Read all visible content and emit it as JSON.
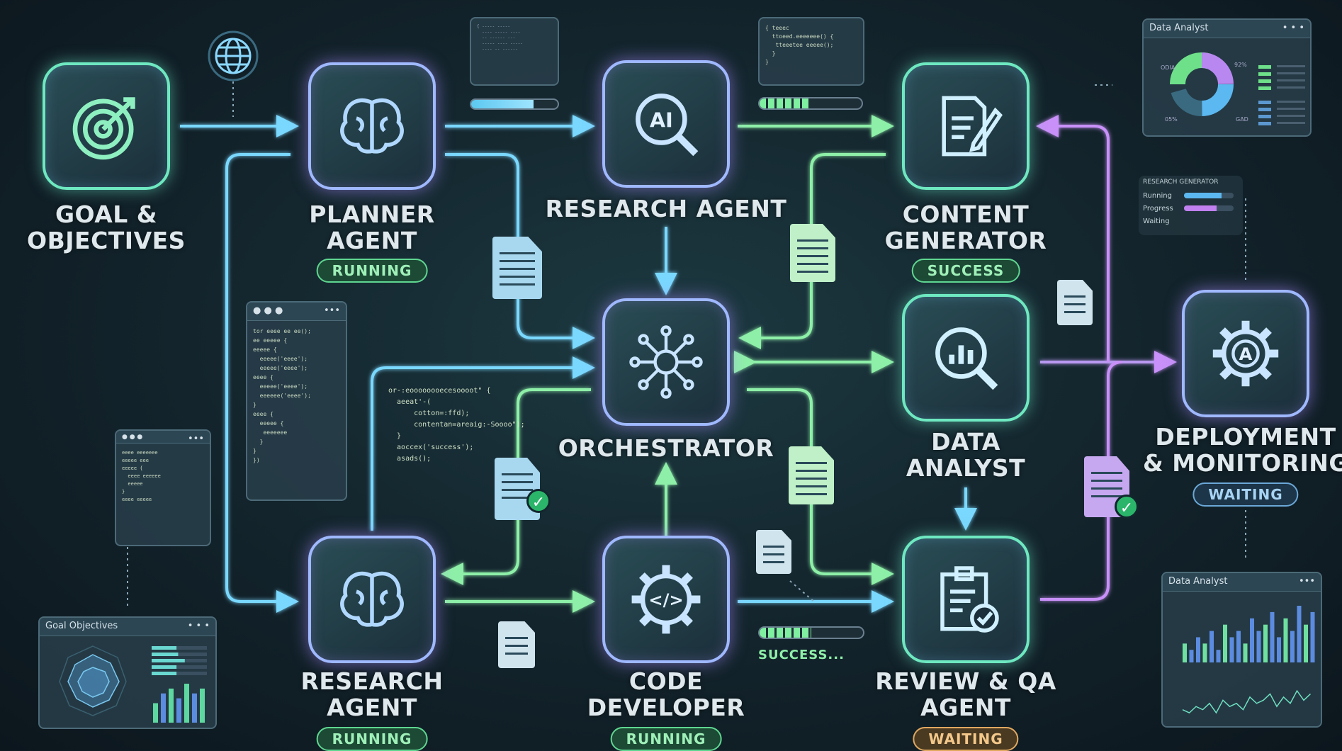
{
  "colors": {
    "cyan": "#5cc8f0",
    "green": "#7ef0a0",
    "purple": "#c080f0",
    "running": "#5fd690",
    "waiting_blue": "#6aa8d8",
    "waiting_orange": "#e0a860"
  },
  "nodes": {
    "goal": {
      "label1": "GOAL &",
      "label2": "OBJECTIVES",
      "icon": "target-icon"
    },
    "planner": {
      "label1": "PLANNER",
      "label2": "AGENT",
      "status": "RUNNING",
      "icon": "brain-icon"
    },
    "research_top": {
      "label1": "RESEARCH AGENT",
      "icon_text": "AI",
      "icon": "ai-magnifier-icon"
    },
    "content": {
      "label1": "CONTENT",
      "label2": "GENERATOR",
      "status": "SUCCESS",
      "icon": "document-pencil-icon"
    },
    "orchestrator": {
      "label1": "ORCHESTRATOR",
      "icon": "network-hub-icon"
    },
    "data_analyst": {
      "label1": "DATA",
      "label2": "ANALYST",
      "icon": "magnifier-chart-icon"
    },
    "deployment": {
      "label1": "DEPLOYMENT",
      "label2": "& MONITORING",
      "status": "WAITING",
      "icon_text": "A",
      "icon": "gear-icon"
    },
    "research_bottom": {
      "label1": "RESEARCH",
      "label2": "AGENT",
      "status": "RUNNING",
      "icon": "brain-icon"
    },
    "code_dev": {
      "label1": "CODE",
      "label2": "DEVELOPER",
      "status": "RUNNING",
      "icon_text": "</>",
      "icon": "code-gear-icon"
    },
    "review": {
      "label1": "REVIEW & QA",
      "label2": "AGENT",
      "status": "WAITING",
      "icon": "clipboard-check-icon"
    }
  },
  "panels": {
    "donut": {
      "title": "Data Analyst",
      "labels": [
        "ODIA",
        "92%",
        "05%",
        "GAD"
      ],
      "slices": [
        30,
        25,
        25,
        20
      ]
    },
    "generator": {
      "title": "RESEARCH GENERATOR",
      "rows": [
        {
          "label": "Running",
          "progress": 0.75
        },
        {
          "label": "Progress",
          "progress": 0.65
        },
        {
          "label": "Waiting",
          "progress": 0
        }
      ]
    },
    "bars": {
      "title": "Data Analyst",
      "values": [
        3,
        2,
        4,
        3,
        5,
        2,
        6,
        4,
        5,
        3,
        7,
        5,
        6,
        8,
        4,
        7,
        5,
        9,
        6,
        8
      ]
    },
    "goal": {
      "title": "Goal Objectives",
      "bars": [
        4,
        6,
        7,
        5,
        8,
        6,
        7
      ],
      "progress": [
        0.45,
        0.48,
        0.6,
        0.45,
        0.45
      ]
    }
  },
  "code": {
    "snippet": "or-:eoooooooecesoooot\" {\n  aeeat'-(\n      cotton=:ffd);\n      contentan=areaig:-Soooo\");\n  }\n  aoccex('success');\n  asads();"
  },
  "progress": {
    "top_left": 0.72,
    "top_right": 0.5,
    "bottom": 0.5,
    "bottom_label": "SUCCESS..."
  }
}
